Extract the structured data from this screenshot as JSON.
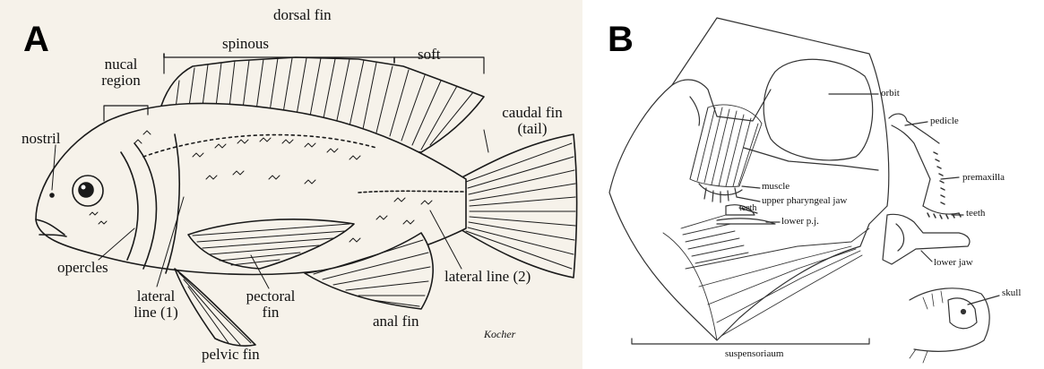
{
  "panel_a": {
    "letter": "A",
    "labels": {
      "dorsal_fin": "dorsal fin",
      "spinous": "spinous",
      "soft": "soft",
      "nucal_region_1": "nucal",
      "nucal_region_2": "region",
      "nostril": "nostril",
      "caudal_fin_1": "caudal fin",
      "caudal_fin_2": "(tail)",
      "opercles": "opercles",
      "lateral_line_1a": "lateral",
      "lateral_line_1b": "line (1)",
      "pectoral_fin_1": "pectoral",
      "pectoral_fin_2": "fin",
      "lateral_line_2": "lateral line (2)",
      "anal_fin": "anal fin",
      "pelvic_fin": "pelvic fin",
      "signature": "Kocher"
    }
  },
  "panel_b": {
    "letter": "B",
    "labels": {
      "orbit": "orbit",
      "pedicle": "pedicle",
      "premaxilla": "premaxilla",
      "teeth_right": "teeth",
      "muscle": "muscle",
      "upper_pharyngeal_jaw": "upper pharyngeal jaw",
      "teeth_inner": "teeth",
      "lower_pj": "lower p.j.",
      "lower_jaw": "lower jaw",
      "skull": "skull",
      "suspensorium": "suspensoriaum"
    }
  }
}
